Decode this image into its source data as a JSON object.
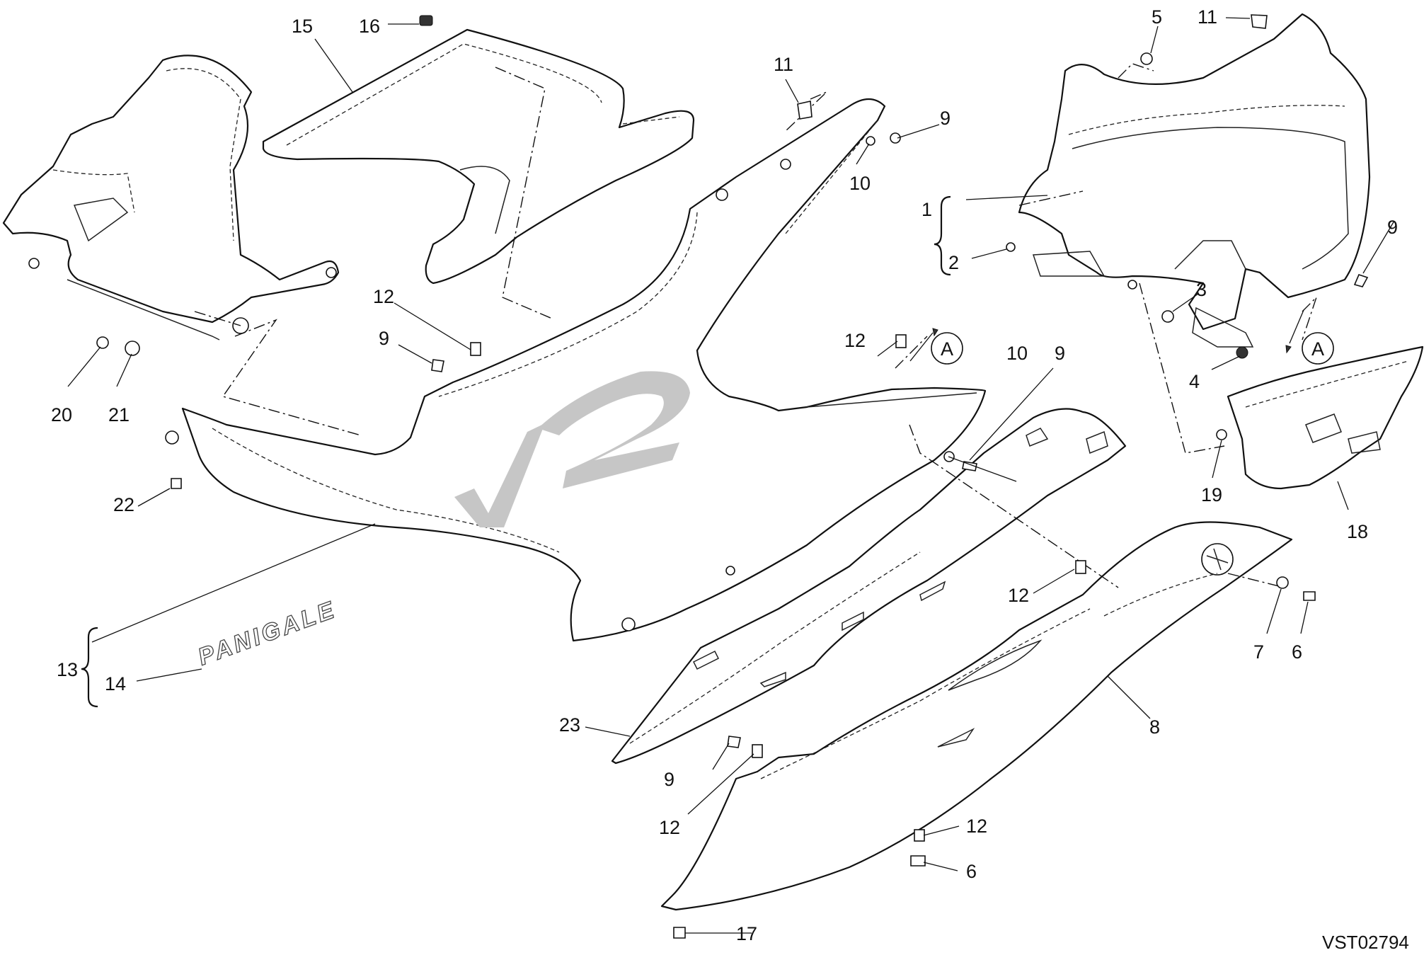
{
  "diagram": {
    "doc_code": "VST02794",
    "logo_text": "V2",
    "decal_text": "PANIGALE",
    "view_ref": "A",
    "callouts": {
      "c1": "1",
      "c2": "2",
      "c3": "3",
      "c4": "4",
      "c5": "5",
      "c6a": "6",
      "c6b": "6",
      "c7": "7",
      "c8": "8",
      "c9a": "9",
      "c9b": "9",
      "c9c": "9",
      "c9d": "9",
      "c9e": "9",
      "c10a": "10",
      "c10b": "10",
      "c11a": "11",
      "c11b": "11",
      "c12a": "12",
      "c12b": "12",
      "c12c": "12",
      "c12d": "12",
      "c12e": "12",
      "c13": "13",
      "c14": "14",
      "c15": "15",
      "c16": "16",
      "c17": "17",
      "c18": "18",
      "c19": "19",
      "c20": "20",
      "c21": "21",
      "c22": "22",
      "c23": "23"
    }
  }
}
